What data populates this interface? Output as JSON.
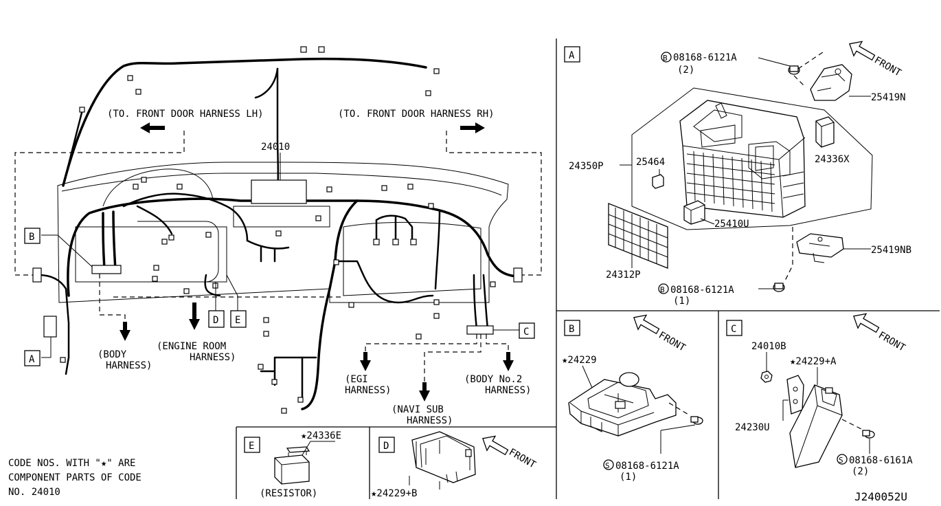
{
  "diagram_id": "J240052U",
  "notes": {
    "line1": "CODE NOS. WITH \"★\" ARE",
    "line2": "COMPONENT PARTS OF CODE",
    "line3": "NO. 24010"
  },
  "main": {
    "part_24010": "24010",
    "to_front_door_lh": "(TO. FRONT DOOR HARNESS LH)",
    "to_front_door_rh": "(TO. FRONT DOOR HARNESS RH)",
    "body_harness_1": "(BODY",
    "body_harness_2": "HARNESS)",
    "engine_room_1": "(ENGINE ROOM",
    "engine_room_2": "HARNESS)",
    "egi_1": "(EGI",
    "egi_2": "HARNESS)",
    "navi_1": "(NAVI SUB",
    "navi_2": "HARNESS)",
    "body_no2_1": "(BODY No.2",
    "body_no2_2": "HARNESS)",
    "callout_a": "A",
    "callout_b": "B",
    "callout_c": "C",
    "callout_d": "D",
    "callout_e": "E"
  },
  "panel_a": {
    "letter": "A",
    "front": "FRONT",
    "bolt_top": "08168-6121A",
    "bolt_top_marker": "B",
    "bolt_top_qty": "(2)",
    "p25419n": "25419N",
    "p24336x": "24336X",
    "p24350p": "24350P",
    "p25464": "25464",
    "p25410u": "25410U",
    "p24312p": "24312P",
    "p25419nb": "25419NB",
    "bolt_bottom": "08168-6121A",
    "bolt_bottom_marker": "B",
    "bolt_bottom_qty": "(1)"
  },
  "panel_b": {
    "letter": "B",
    "front": "FRONT",
    "part": "★24229",
    "screw": "08168-6121A",
    "screw_marker": "S",
    "screw_qty": "(1)"
  },
  "panel_c": {
    "letter": "C",
    "front": "FRONT",
    "p24010b": "24010B",
    "p24229a": "★24229+A",
    "p24230u": "24230U",
    "screw": "08168-6161A",
    "screw_marker": "S",
    "screw_qty": "(2)"
  },
  "panel_d": {
    "letter": "D",
    "front": "FRONT",
    "part": "★24229+B"
  },
  "panel_e": {
    "letter": "E",
    "part": "★24336E",
    "caption": "(RESISTOR)"
  }
}
